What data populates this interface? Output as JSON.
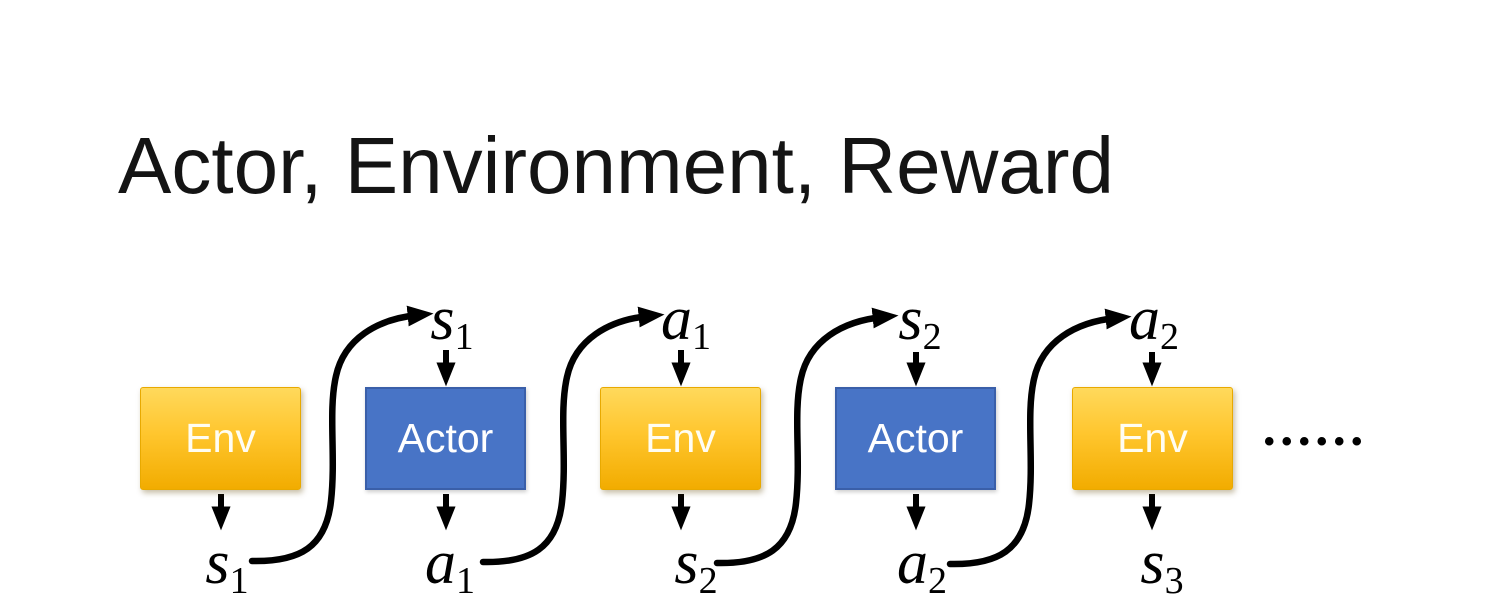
{
  "slide": {
    "title": "Actor, Environment, Reward"
  },
  "diagram": {
    "boxes": [
      {
        "id": "env-1",
        "type": "env",
        "label": "Env"
      },
      {
        "id": "actor-1",
        "type": "actor",
        "label": "Actor"
      },
      {
        "id": "env-2",
        "type": "env",
        "label": "Env"
      },
      {
        "id": "actor-2",
        "type": "actor",
        "label": "Actor"
      },
      {
        "id": "env-3",
        "type": "env",
        "label": "Env"
      }
    ],
    "top_labels": [
      {
        "base": "s",
        "sub": "1"
      },
      {
        "base": "a",
        "sub": "1"
      },
      {
        "base": "s",
        "sub": "2"
      },
      {
        "base": "a",
        "sub": "2"
      }
    ],
    "bottom_labels": [
      {
        "base": "s",
        "sub": "1"
      },
      {
        "base": "a",
        "sub": "1"
      },
      {
        "base": "s",
        "sub": "2"
      },
      {
        "base": "a",
        "sub": "2"
      },
      {
        "base": "s",
        "sub": "3"
      }
    ],
    "ellipsis_dots": "••••••"
  },
  "colors": {
    "env_fill_top": "#FFD95C",
    "env_fill_bottom": "#F2AC00",
    "env_border": "#E8A900",
    "actor_fill": "#4874C6",
    "actor_border": "#3A5FA9",
    "box_text": "#FFFFFF",
    "arrow": "#000000",
    "title_text": "#141414",
    "background": "#FFFFFF"
  }
}
